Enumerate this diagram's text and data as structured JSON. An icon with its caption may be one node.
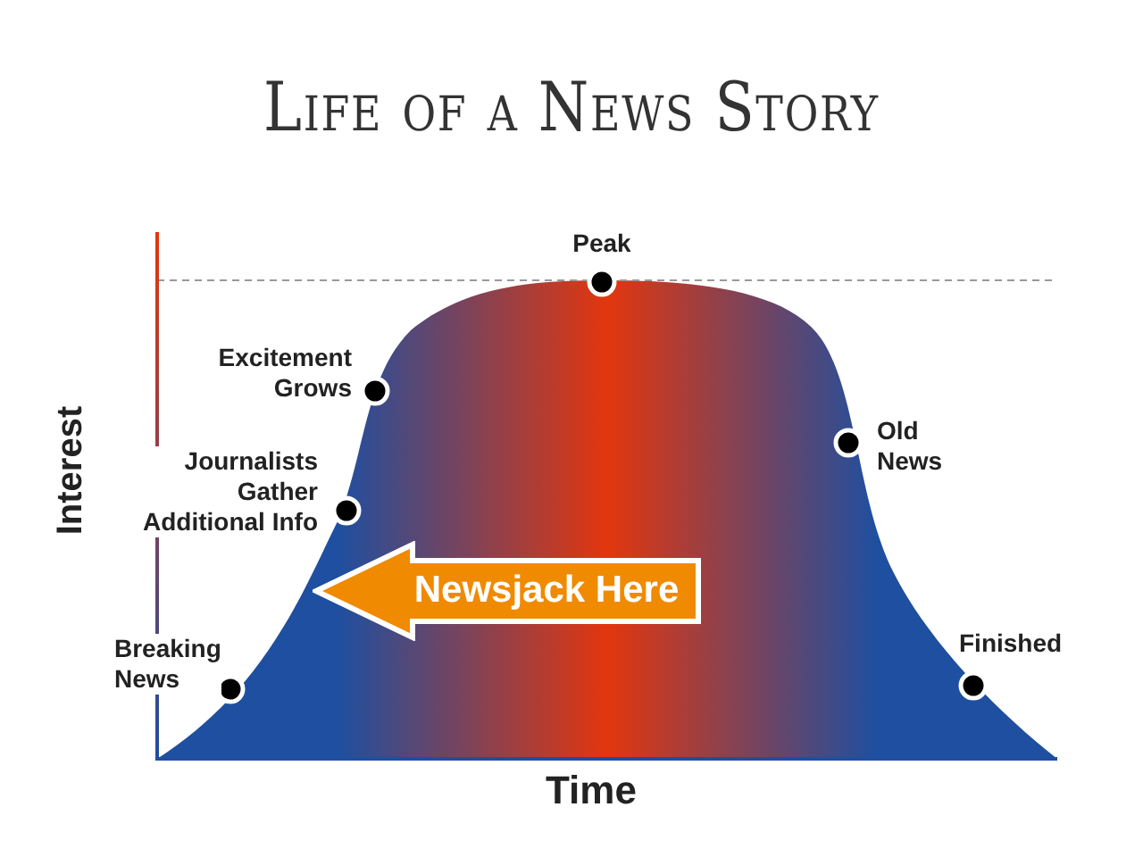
{
  "diagram": {
    "title": "Life of a News Story",
    "nodes": [
      {
        "text": [
          "Newsjack Here"
        ]
      }
    ],
    "labels": [
      "Peak",
      "Excitement Grows",
      "Journalists Gather Additional Info",
      "Old News",
      "Breaking News",
      "Finished",
      "Interest",
      "Time"
    ]
  }
}
